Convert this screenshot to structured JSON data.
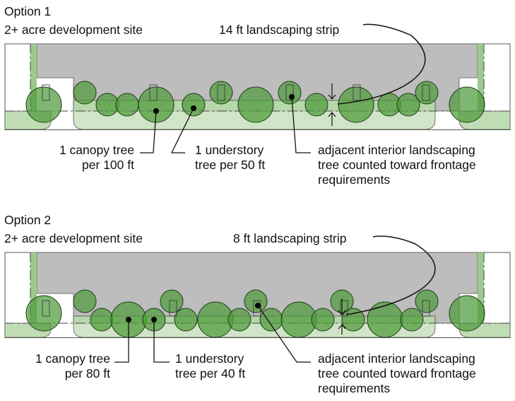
{
  "options": [
    {
      "title": "Option 1",
      "site_label": "2+ acre development site",
      "strip_label": "14 ft landscaping strip",
      "canopy_label": [
        "1 canopy tree",
        "per 100 ft"
      ],
      "understory_label": [
        "1 understory",
        "tree per 50 ft"
      ],
      "adjacent_label": [
        "adjacent interior landscaping",
        "tree counted toward frontage",
        "requirements"
      ],
      "strip_width_ft": 14,
      "canopy_spacing_ft": 100,
      "understory_spacing_ft": 50
    },
    {
      "title": "Option 2",
      "site_label": "2+ acre development site",
      "strip_label": "8 ft landscaping strip",
      "canopy_label": [
        "1 canopy tree",
        "per 80 ft"
      ],
      "understory_label": [
        "1 understory",
        "tree per 40 ft"
      ],
      "adjacent_label": [
        "adjacent interior landscaping",
        "tree counted toward frontage",
        "requirements"
      ],
      "strip_width_ft": 8,
      "canopy_spacing_ft": 80,
      "understory_spacing_ft": 40
    }
  ],
  "colors": {
    "parking_gray": "#bdbdbd",
    "strip_light_green": "#c0dcb4",
    "strip_mid_green": "#9cc98c",
    "tree_green": "#4e9a3a",
    "outline": "#333333"
  }
}
